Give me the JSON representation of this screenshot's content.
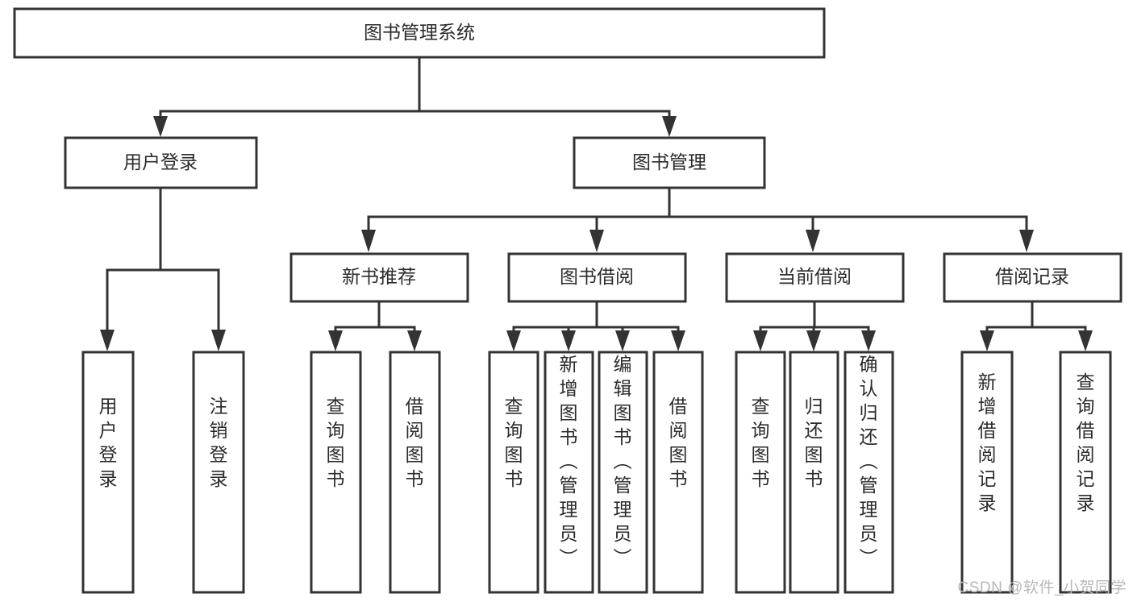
{
  "diagram": {
    "type": "tree-hierarchy-chart",
    "title": "图书管理系统",
    "orientation": "top-down",
    "watermark": "CSDN @软件_小贺同学",
    "style": {
      "box_fill": "#ffffff",
      "box_stroke": "#333333",
      "text_color": "#2b2b2b",
      "background": "#ffffff",
      "watermark_color": "#b8b8b8"
    },
    "levels": [
      {
        "index": 0,
        "name": "root"
      },
      {
        "index": 1,
        "name": "modules"
      },
      {
        "index": 2,
        "name": "submodules"
      },
      {
        "index": 3,
        "name": "functions"
      }
    ],
    "nodes": {
      "root": {
        "label": "图书管理系统",
        "level": 0,
        "orientation": "horizontal"
      },
      "l1": [
        {
          "id": "user-login",
          "label": "用户登录",
          "level": 1,
          "orientation": "horizontal"
        },
        {
          "id": "book-management",
          "label": "图书管理",
          "level": 1,
          "orientation": "horizontal"
        }
      ],
      "l2": [
        {
          "id": "new-book-recommend",
          "label": "新书推荐",
          "level": 2,
          "orientation": "horizontal",
          "parent": "book-management"
        },
        {
          "id": "book-borrow",
          "label": "图书借阅",
          "level": 2,
          "orientation": "horizontal",
          "parent": "book-management"
        },
        {
          "id": "current-borrow",
          "label": "当前借阅",
          "level": 2,
          "orientation": "horizontal",
          "parent": "book-management"
        },
        {
          "id": "borrow-record",
          "label": "借阅记录",
          "level": 2,
          "orientation": "horizontal",
          "parent": "book-management"
        }
      ],
      "l3": [
        {
          "id": "leaf-user-login",
          "label": "用户登录",
          "level": 3,
          "orientation": "vertical",
          "parent": "user-login"
        },
        {
          "id": "leaf-logout-login",
          "label": "注销登录",
          "level": 3,
          "orientation": "vertical",
          "parent": "user-login"
        },
        {
          "id": "leaf-query-book-1",
          "label": "查询图书",
          "level": 3,
          "orientation": "vertical",
          "parent": "new-book-recommend"
        },
        {
          "id": "leaf-borrow-book-1",
          "label": "借阅图书",
          "level": 3,
          "orientation": "vertical",
          "parent": "new-book-recommend"
        },
        {
          "id": "leaf-query-book-2",
          "label": "查询图书",
          "level": 3,
          "orientation": "vertical",
          "parent": "book-borrow"
        },
        {
          "id": "leaf-add-book",
          "label": "新增图书（管理员）",
          "level": 3,
          "orientation": "vertical",
          "parent": "book-borrow"
        },
        {
          "id": "leaf-edit-book",
          "label": "编辑图书（管理员）",
          "level": 3,
          "orientation": "vertical",
          "parent": "book-borrow"
        },
        {
          "id": "leaf-borrow-book-2",
          "label": "借阅图书",
          "level": 3,
          "orientation": "vertical",
          "parent": "book-borrow"
        },
        {
          "id": "leaf-query-book-3",
          "label": "查询图书",
          "level": 3,
          "orientation": "vertical",
          "parent": "current-borrow"
        },
        {
          "id": "leaf-return-book",
          "label": "归还图书",
          "level": 3,
          "orientation": "vertical",
          "parent": "current-borrow"
        },
        {
          "id": "leaf-confirm-return",
          "label": "确认归还（管理员）",
          "level": 3,
          "orientation": "vertical",
          "parent": "current-borrow"
        },
        {
          "id": "leaf-add-record",
          "label": "新增借阅记录",
          "level": 3,
          "orientation": "vertical",
          "parent": "borrow-record"
        },
        {
          "id": "leaf-query-record",
          "label": "查询借阅记录",
          "level": 3,
          "orientation": "vertical",
          "parent": "borrow-record"
        }
      ]
    },
    "edges": [
      {
        "from": "图书管理系统",
        "to": "用户登录"
      },
      {
        "from": "图书管理系统",
        "to": "图书管理"
      },
      {
        "from": "图书管理",
        "to": "新书推荐"
      },
      {
        "from": "图书管理",
        "to": "图书借阅"
      },
      {
        "from": "图书管理",
        "to": "当前借阅"
      },
      {
        "from": "图书管理",
        "to": "借阅记录"
      },
      {
        "from": "用户登录",
        "to": "用户登录"
      },
      {
        "from": "用户登录",
        "to": "注销登录"
      },
      {
        "from": "新书推荐",
        "to": "查询图书"
      },
      {
        "from": "新书推荐",
        "to": "借阅图书"
      },
      {
        "from": "图书借阅",
        "to": "查询图书"
      },
      {
        "from": "图书借阅",
        "to": "新增图书（管理员）"
      },
      {
        "from": "图书借阅",
        "to": "编辑图书（管理员）"
      },
      {
        "from": "图书借阅",
        "to": "借阅图书"
      },
      {
        "from": "当前借阅",
        "to": "查询图书"
      },
      {
        "from": "当前借阅",
        "to": "归还图书"
      },
      {
        "from": "当前借阅",
        "to": "确认归还（管理员）"
      },
      {
        "from": "借阅记录",
        "to": "新增借阅记录"
      },
      {
        "from": "借阅记录",
        "to": "查询借阅记录"
      }
    ]
  }
}
